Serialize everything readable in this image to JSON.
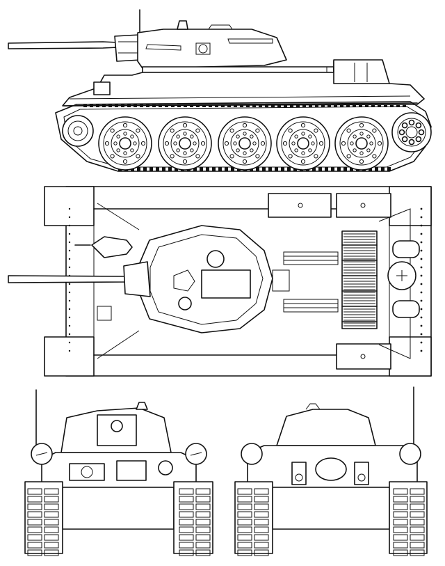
{
  "drawing": {
    "views": [
      "side-view",
      "top-view",
      "front-view",
      "rear-view"
    ],
    "accent_color": "#111111",
    "background_color": "#ffffff"
  }
}
